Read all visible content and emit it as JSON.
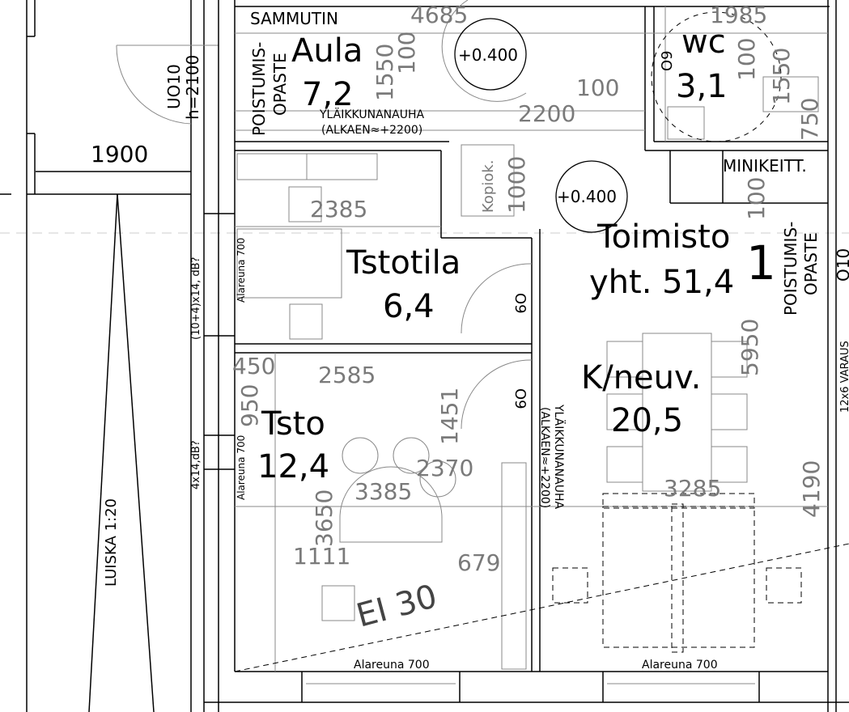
{
  "rooms": {
    "aula": {
      "name": "Aula",
      "area": "7,2"
    },
    "wc": {
      "name": "wc",
      "area": "3,1"
    },
    "tstotila": {
      "name": "Tstotila",
      "area": "6,4"
    },
    "tsto": {
      "name": "Tsto",
      "area": "12,4"
    },
    "kneuv": {
      "name": "K/neuv.",
      "area": "20,5"
    },
    "toimisto": {
      "name": "Toimisto",
      "total": "yht. 51,4",
      "number": "1"
    }
  },
  "labels": {
    "sammutin": "SAMMUTIN",
    "poistumis": "POISTUMIS-",
    "opaste": "OPASTE",
    "ylaikkuna": "YLÄIKKUNANAUHA",
    "alkaen": "(ALKAEN≈+2200)",
    "kopiok": "Kopiok.",
    "minikeitt": "MINIKEITT.",
    "level": "+0.400",
    "alareuna": "Alareuna 700",
    "window1": "(10+4)x14, dB?",
    "window2": "4x14,dB?",
    "varaus": "12x6 VARAUS",
    "o9": "O9",
    "o10": "O10",
    "uo10": "UO10",
    "h2100": "h=2100",
    "luiska": "LUISKA 1:20",
    "ei30": "EI 30"
  },
  "dimensions": {
    "d4685": "4685",
    "d1985": "1985",
    "d1550a": "1550",
    "d1550b": "1550",
    "d100a": "100",
    "d100b": "100",
    "d100c": "100",
    "d100d": "100",
    "d2200": "2200",
    "d1000": "1000",
    "d750": "750",
    "d2385": "2385",
    "d5950": "5950",
    "d450": "450",
    "d2585": "2585",
    "d950": "950",
    "d1451": "1451",
    "d2370": "2370",
    "d3385": "3385",
    "d3650": "3650",
    "d3285": "3285",
    "d4190": "4190",
    "d1111": "1111",
    "d679": "679",
    "d1900": "1900"
  }
}
